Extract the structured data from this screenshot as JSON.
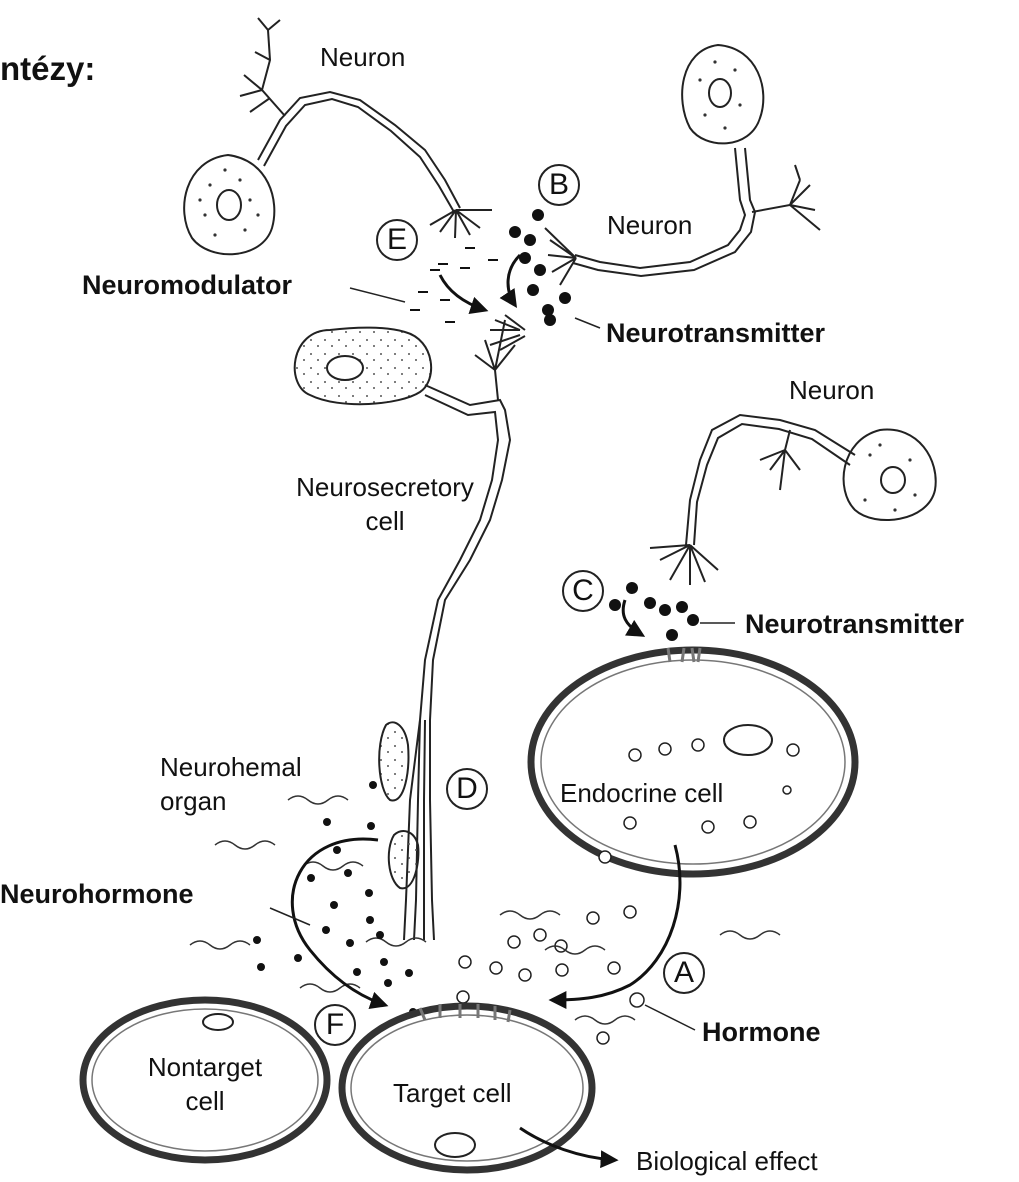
{
  "heading": "ntézy:",
  "labels": {
    "neuron_top": "Neuron",
    "neuron_right": "Neuron",
    "neuron_lower": "Neuron",
    "neuromodulator": "Neuromodulator",
    "neurotransmitter_upper": "Neurotransmitter",
    "neurotransmitter_lower": "Neurotransmitter",
    "neurosecretory_cell": "Neurosecretory\ncell",
    "neurohemal_organ": "Neurohemal\norgan",
    "endocrine_cell": "Endocrine cell",
    "neurohormone": "Neurohormone",
    "hormone": "Hormone",
    "nontarget_cell": "Nontarget\ncell",
    "target_cell": "Target cell",
    "biological_effect": "Biological effect"
  },
  "markers": {
    "a": "A",
    "b": "B",
    "c": "C",
    "d": "D",
    "e": "E",
    "f": "F"
  }
}
